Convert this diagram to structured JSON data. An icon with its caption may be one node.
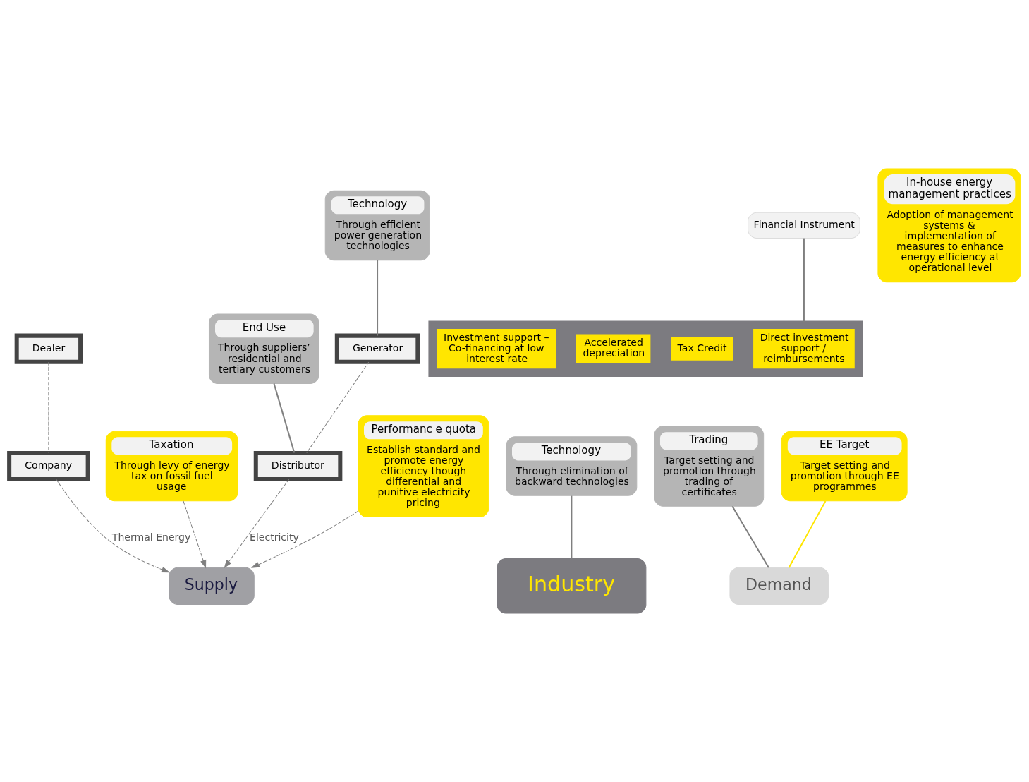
{
  "diagram": {
    "nodes": [
      {
        "text": [
          "Dealer"
        ]
      },
      {
        "text": [
          "Company"
        ]
      },
      {
        "text": [
          "Taxation",
          "Through levy of energy tax on fossil fuel usage"
        ]
      },
      {
        "text": [],
        "shape": "box"
      },
      {
        "text": [
          "Direct investment support / reimbursements"
        ],
        "in": 3
      },
      {
        "text": [
          "Tax Credit"
        ],
        "in": 3
      },
      {
        "text": [
          "Accelerated depreciation"
        ],
        "in": 3
      },
      {
        "text": [
          "Investment support – Co-financing at low interest rate"
        ],
        "in": 3
      },
      {
        "text": [
          "Financial Instrument"
        ]
      },
      {
        "text": [
          "Supply"
        ]
      },
      {
        "text": [
          "Industry"
        ]
      },
      {
        "text": [
          "Demand"
        ]
      },
      {
        "text": [
          "Trading",
          "Target setting and promotion through trading of certificates"
        ]
      },
      {
        "text": [
          "EE Target",
          "Target setting and promotion through EE programmes"
        ]
      },
      {
        "text": [
          "Technology",
          "Through elimination of backward technologies"
        ]
      },
      {
        "text": [
          "End Use",
          "Through suppliers’ residential and tertiary customers"
        ]
      },
      {
        "text": [
          "Distributor"
        ]
      },
      {
        "text": [
          "Technology",
          "Through efficient power generation technologies"
        ]
      },
      {
        "text": [
          "Generator"
        ]
      },
      {
        "text": [
          "Performanc e quota",
          "Establish standard and promote energy efficiency though differential and punitive electricity pricing"
        ]
      },
      {
        "text": [
          "In-house energy management practices",
          "Adoption of management systems & implementation of measures to enhance energy efficiency at operational level"
        ]
      }
    ],
    "edges": [
      {
        "from": 0,
        "to": 1,
        "arrow": "none",
        "style": "dashed"
      },
      {
        "from": 1,
        "to": 9,
        "arrow": "to",
        "style": "dashed",
        "label": "Thermal Energy"
      },
      {
        "from": 2,
        "to": 9,
        "arrow": "to",
        "style": "dashed"
      },
      {
        "from": 18,
        "to": 16,
        "arrow": "none",
        "style": "dashed"
      },
      {
        "from": 16,
        "to": 9,
        "arrow": "to",
        "style": "dashed",
        "label": "Electricity"
      },
      {
        "from": 19,
        "to": 9,
        "arrow": "to",
        "style": "dashed"
      },
      {
        "from": 8,
        "to": 3,
        "arrow": "none"
      },
      {
        "from": 12,
        "to": 11,
        "arrow": "none"
      },
      {
        "from": 13,
        "to": 11,
        "arrow": "none",
        "color": "#ffe600"
      },
      {
        "from": 14,
        "to": 10,
        "arrow": "none"
      },
      {
        "from": 15,
        "to": 16,
        "arrow": "none"
      },
      {
        "from": 17,
        "to": 18,
        "arrow": "none"
      }
    ]
  }
}
